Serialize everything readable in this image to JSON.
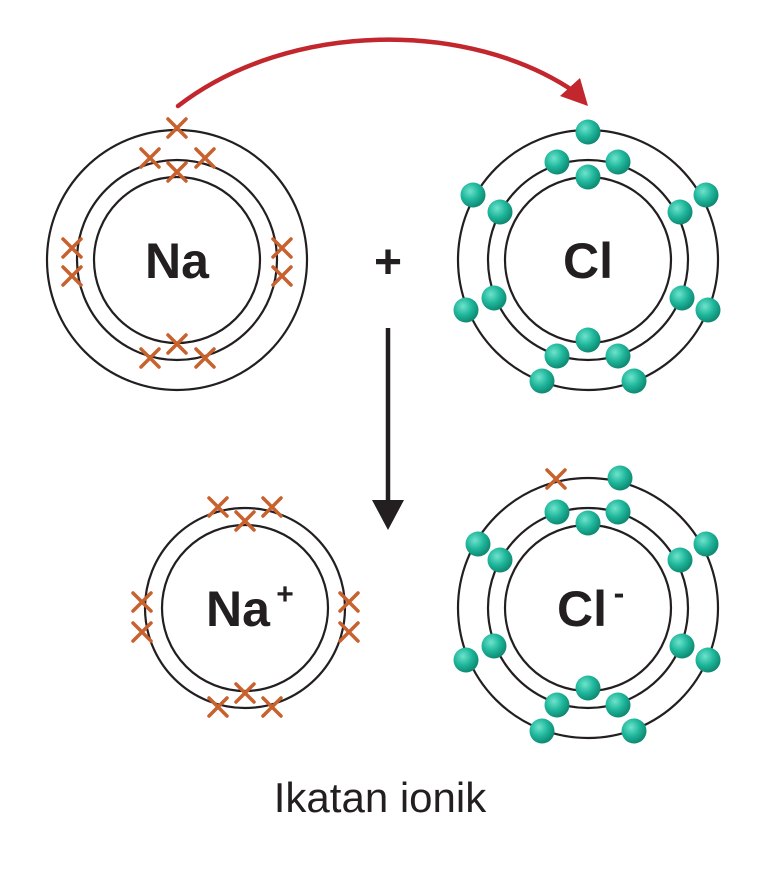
{
  "atoms": {
    "na": {
      "symbol": "Na",
      "charge": ""
    },
    "cl": {
      "symbol": "Cl",
      "charge": ""
    },
    "na_ion": {
      "symbol": "Na",
      "charge": "+"
    },
    "cl_ion": {
      "symbol": "Cl",
      "charge": "-"
    }
  },
  "operator": "+",
  "caption": "Ikatan ionik",
  "colors": {
    "shell": "#231f20",
    "cross": "#c8612d",
    "electron": "#1fb79c",
    "transfer_arrow": "#c1272d",
    "reaction_arrow": "#231f20",
    "text": "#231f20"
  }
}
